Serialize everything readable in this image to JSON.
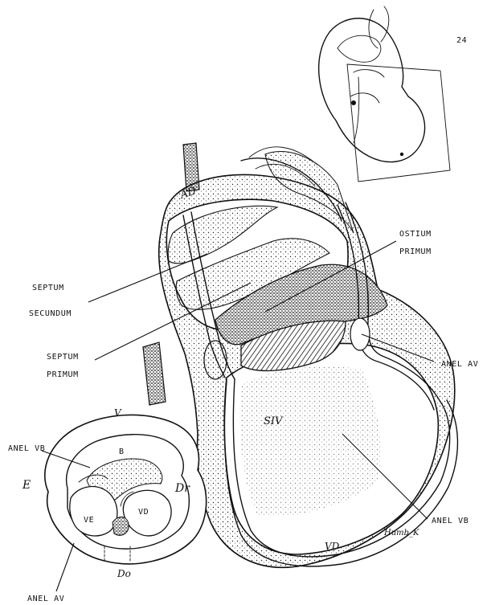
{
  "page_number": "24",
  "labels": {
    "septum_secundum": [
      "SEPTUM",
      "SECUNDUM"
    ],
    "septum_primum": [
      "SEPTUM",
      "PRIMUM"
    ],
    "ostium_primum": [
      "OSTIUM",
      "PRIMUM"
    ],
    "anel_av_right": "ANEL AV",
    "anel_vb_right": "ANEL VB",
    "anel_vb_left": "ANEL VB",
    "anel_av_left": "ANEL AV"
  },
  "heart_marks": {
    "ad": "AD",
    "siv": "SIV",
    "vd": "VD"
  },
  "inset": {
    "v": "V",
    "b": "B",
    "e": "E",
    "dr": "Dr",
    "do": "Do",
    "ve": "VE",
    "vd": "VD"
  },
  "signature": "Humb_K"
}
